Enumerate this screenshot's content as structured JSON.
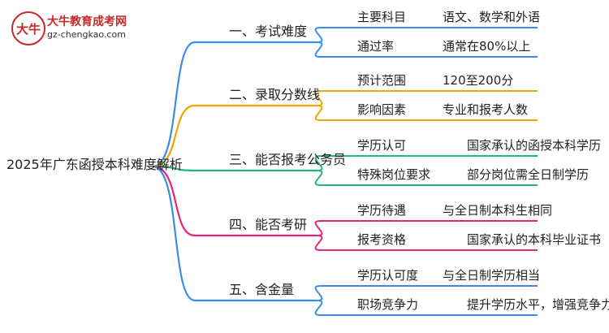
{
  "logo": {
    "badge": "大牛",
    "title": "大牛教育成考网",
    "url": "gz-chengkao.com"
  },
  "root": "2025年广东函授本科难度解析",
  "branches": [
    {
      "label": "一、考试难度",
      "color": "#3d8be8",
      "leaves": [
        [
          "主要科目",
          "语文、数学和外语"
        ],
        [
          "通过率",
          "通常在80%以上"
        ]
      ]
    },
    {
      "label": "二、录取分数线",
      "color": "#f0a500",
      "leaves": [
        [
          "预计范围",
          "120至200分"
        ],
        [
          "影响因素",
          "专业和报考人数"
        ]
      ]
    },
    {
      "label": "三、能否报考公务员",
      "color": "#22b573",
      "leaves": [
        [
          "学历认可",
          "国家承认的函授本科学历"
        ],
        [
          "特殊岗位要求",
          "部分岗位需全日制学历"
        ]
      ]
    },
    {
      "label": "四、能否考研",
      "color": "#e8247a",
      "leaves": [
        [
          "学历待遇",
          "与全日制本科生相同"
        ],
        [
          "报考资格",
          "国家承认的本科毕业证书"
        ]
      ]
    },
    {
      "label": "五、含金量",
      "color": "#3d8be8",
      "leaves": [
        [
          "学历认可度",
          "与全日制学历相当"
        ],
        [
          "职场竞争力",
          "提升学历水平，增强竞争力"
        ]
      ]
    }
  ]
}
